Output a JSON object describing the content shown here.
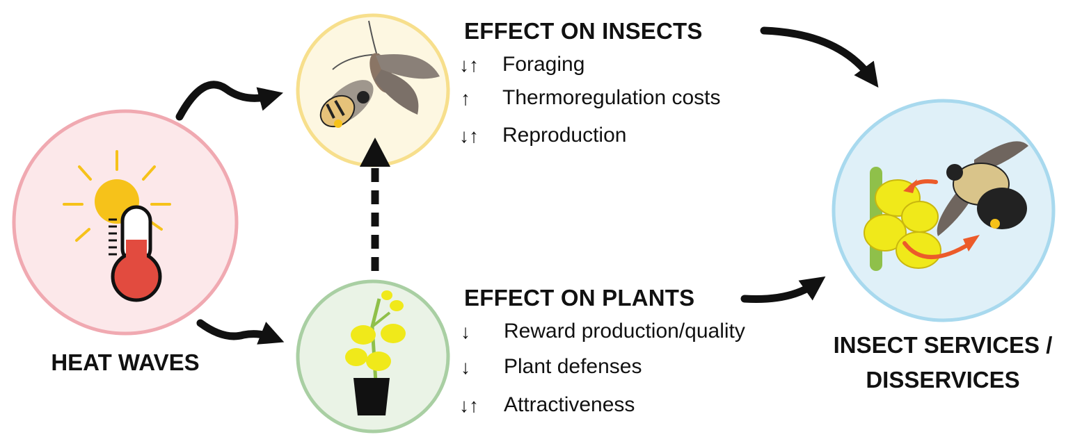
{
  "nodes": {
    "heat": {
      "label": "HEAT WAVES"
    },
    "services": {
      "label_line1": "INSECT SERVICES /",
      "label_line2": "DISSERVICES"
    }
  },
  "insects": {
    "heading": "EFFECT ON INSECTS",
    "items": [
      {
        "label": "Foraging",
        "direction": "both"
      },
      {
        "label": "Thermoregulation costs",
        "direction": "up"
      },
      {
        "label": "Reproduction",
        "direction": "both"
      }
    ]
  },
  "plants": {
    "heading": "EFFECT ON PLANTS",
    "items": [
      {
        "label": "Reward production/quality",
        "direction": "down"
      },
      {
        "label": "Plant defenses",
        "direction": "down"
      },
      {
        "label": "Attractiveness",
        "direction": "both"
      }
    ]
  },
  "colors": {
    "heat_fill": "#fce8ea",
    "heat_ring": "#f0a9b1",
    "insect_fill": "#fdf7e1",
    "insect_ring": "#f7df8c",
    "plant_fill": "#eaf3e6",
    "plant_ring": "#a9cfa3",
    "service_fill": "#dff0f8",
    "service_ring": "#a8d9ee",
    "sun": "#f6c21a",
    "thermo_red": "#e24b3f",
    "flower_yellow": "#f0e91a",
    "stem_green": "#8fc04a",
    "orange_arrow": "#ec5b2a",
    "bee_tan": "#d9c48a",
    "wing_gray": "#7b7068"
  }
}
